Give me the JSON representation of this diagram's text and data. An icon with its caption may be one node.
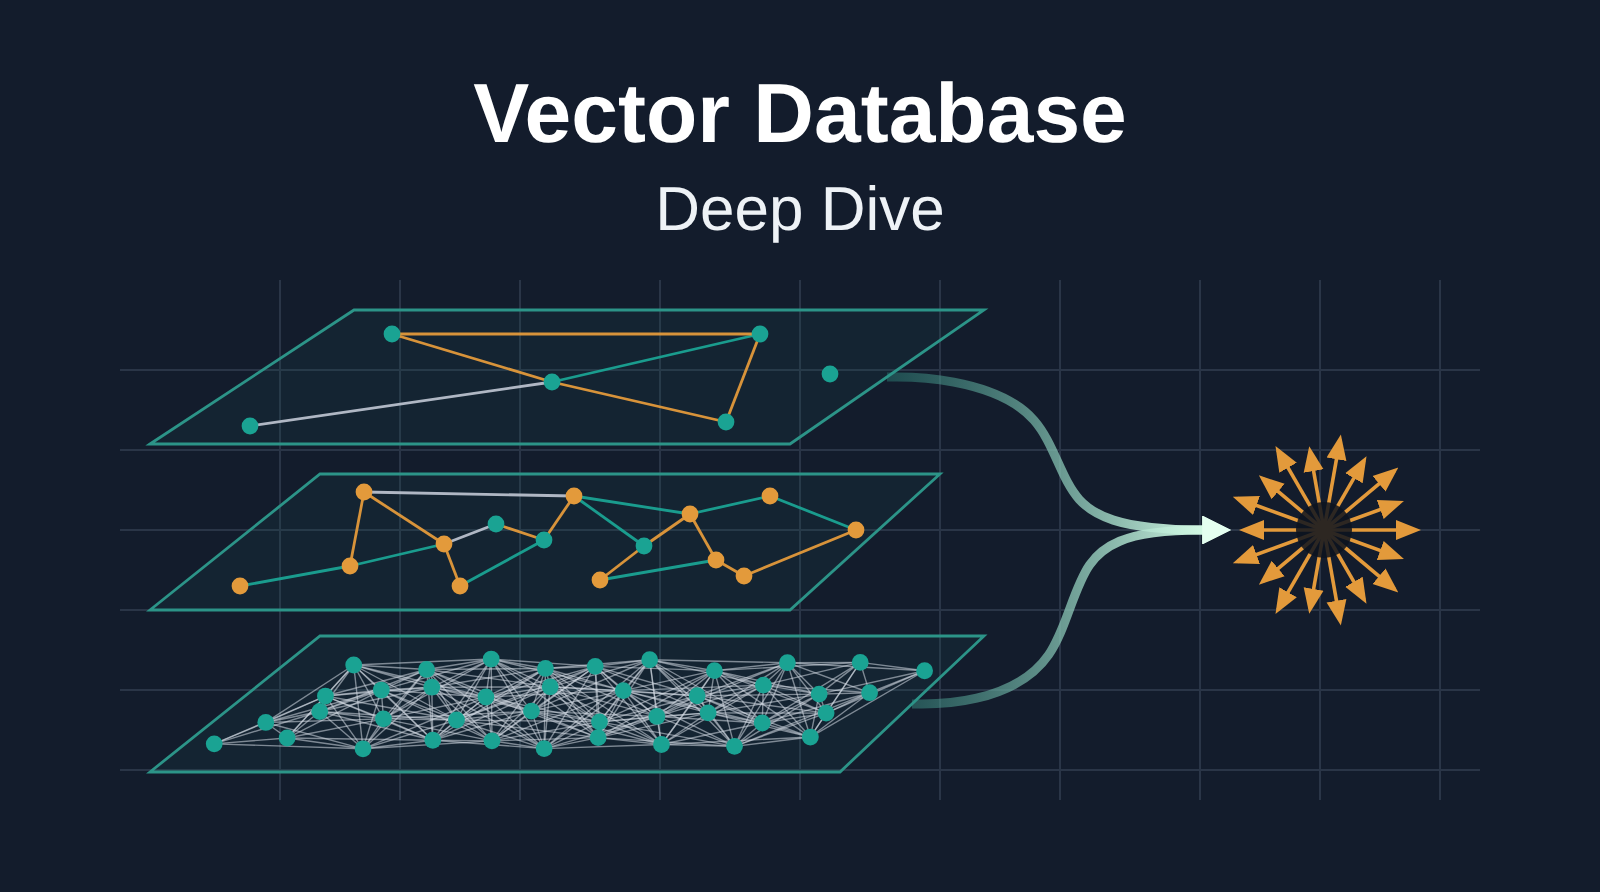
{
  "diagram": {
    "title": "Vector Database",
    "nodes": [
      {
        "text": [],
        "shape": "box"
      },
      {
        "text": [],
        "shape": "box"
      },
      {
        "text": [],
        "shape": "box"
      },
      {
        "text": [],
        "shape": "picture"
      }
    ],
    "edges": [
      {
        "from": 0,
        "to": 3,
        "arrow": "to"
      },
      {
        "from": 2,
        "to": 3,
        "arrow": "to"
      }
    ],
    "labels": [
      "Deep Dive"
    ]
  }
}
